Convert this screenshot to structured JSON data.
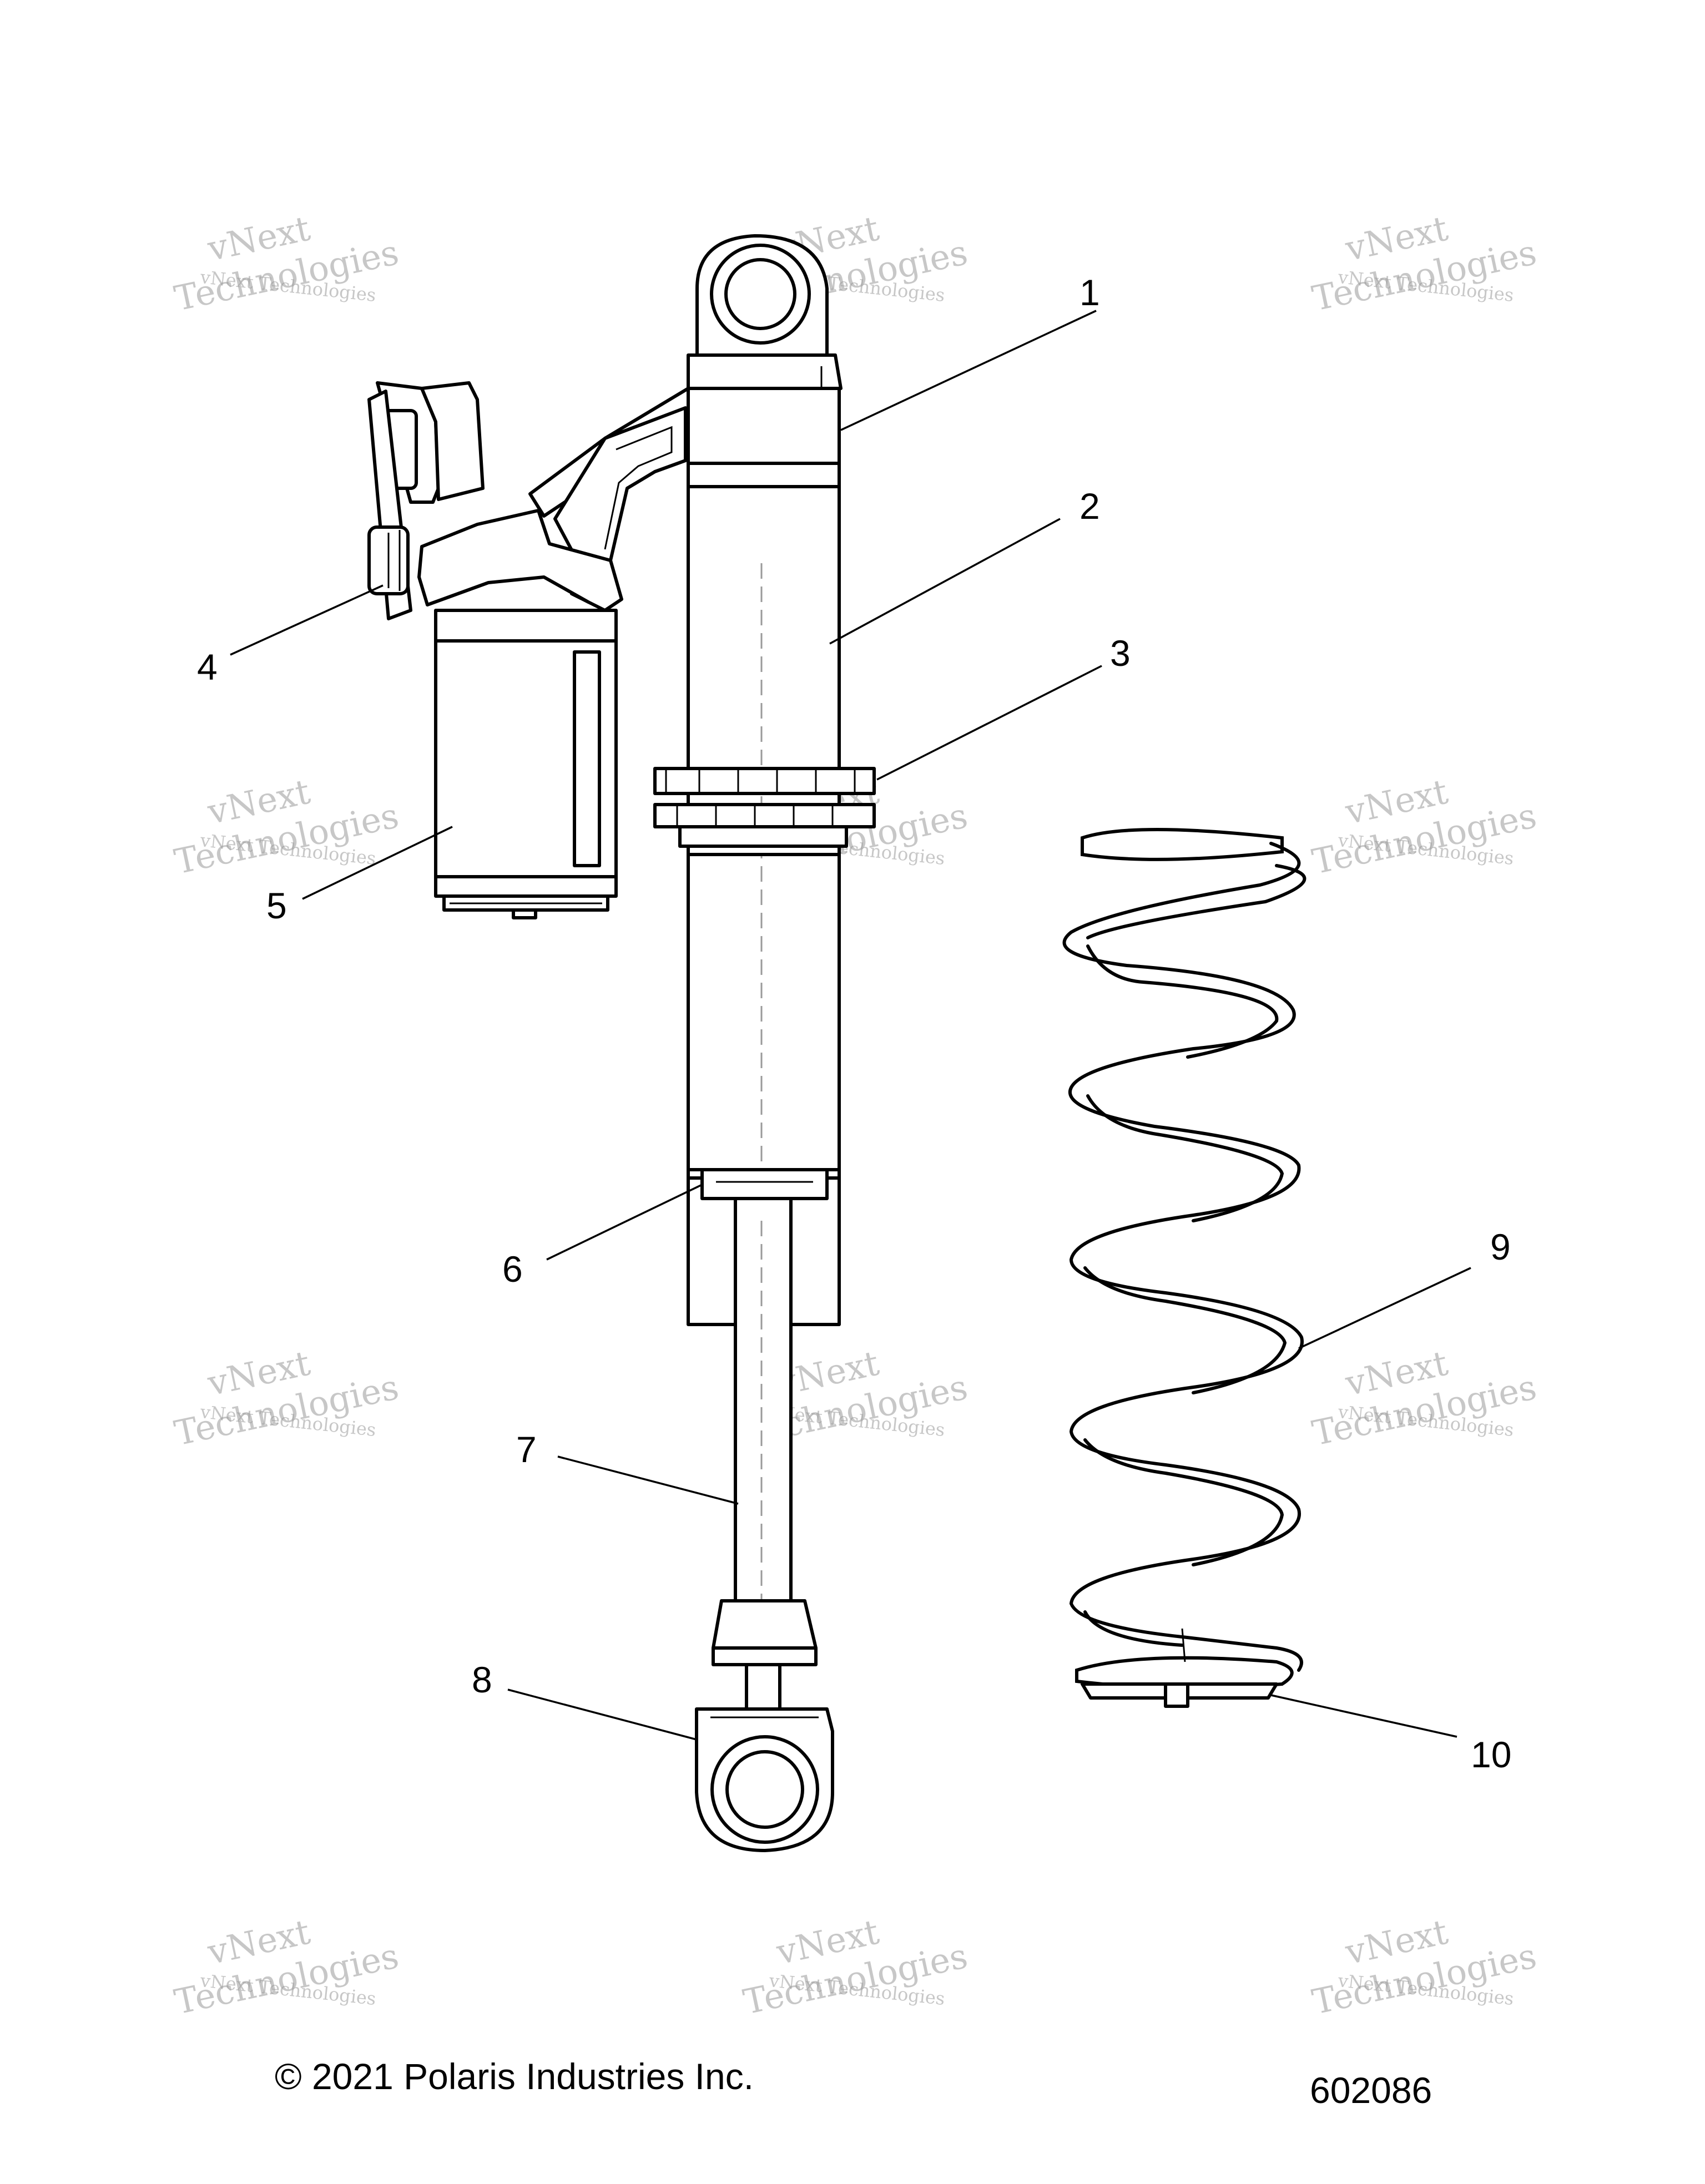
{
  "diagram": {
    "callouts": [
      "1",
      "2",
      "3",
      "4",
      "5",
      "6",
      "7",
      "8",
      "9",
      "10"
    ],
    "parts": [
      {
        "callout": "1",
        "name": "upper-mount-body"
      },
      {
        "callout": "2",
        "name": "shock-body"
      },
      {
        "callout": "3",
        "name": "preload-adjuster-rings"
      },
      {
        "callout": "4",
        "name": "compression-adjuster-knob"
      },
      {
        "callout": "5",
        "name": "remote-reservoir"
      },
      {
        "callout": "6",
        "name": "shaft-seal-cap"
      },
      {
        "callout": "7",
        "name": "shaft"
      },
      {
        "callout": "8",
        "name": "lower-eyelet"
      },
      {
        "callout": "9",
        "name": "coil-spring"
      },
      {
        "callout": "10",
        "name": "spring-seat"
      }
    ]
  },
  "watermark": {
    "line1": "vNext",
    "line2": "vNext Technologies",
    "line3": "Technologies",
    "color": "#9a9a9a"
  },
  "footer": {
    "copyright": "© 2021 Polaris Industries Inc.",
    "figure_number": "602086"
  }
}
